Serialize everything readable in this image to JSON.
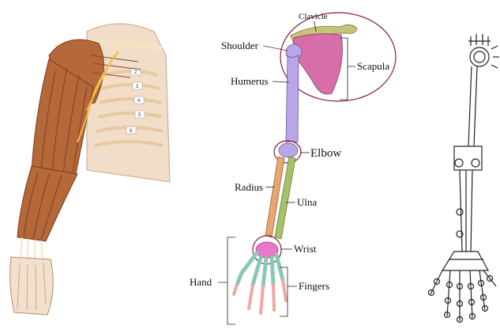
{
  "labels": {
    "clavicle": "Clavicle",
    "shoulder": "Shoulder",
    "scapula": "Scapula",
    "humerus": "Humerus",
    "elbow": "Elbow",
    "radius": "Radius",
    "ulna": "Ulna",
    "wrist": "Wrist",
    "hand": "Hand",
    "fingers": "Fingers"
  },
  "rib_numbers": [
    "2",
    "3",
    "4",
    "5",
    "6"
  ],
  "colors": {
    "muscle": "#b5683a",
    "muscle_dark": "#8a4425",
    "tendon": "#f3d9b8",
    "humerus": "#b9a6e8",
    "scapula": "#d86ea8",
    "clavicle": "#c9c27a",
    "radius": "#e8a670",
    "ulna": "#a8c06a",
    "carpals": "#e878c8",
    "metacarpals": "#88c8b8",
    "phalanges": "#f0a8a0",
    "highlight_circle": "#8b1a3a",
    "line": "#222222"
  }
}
